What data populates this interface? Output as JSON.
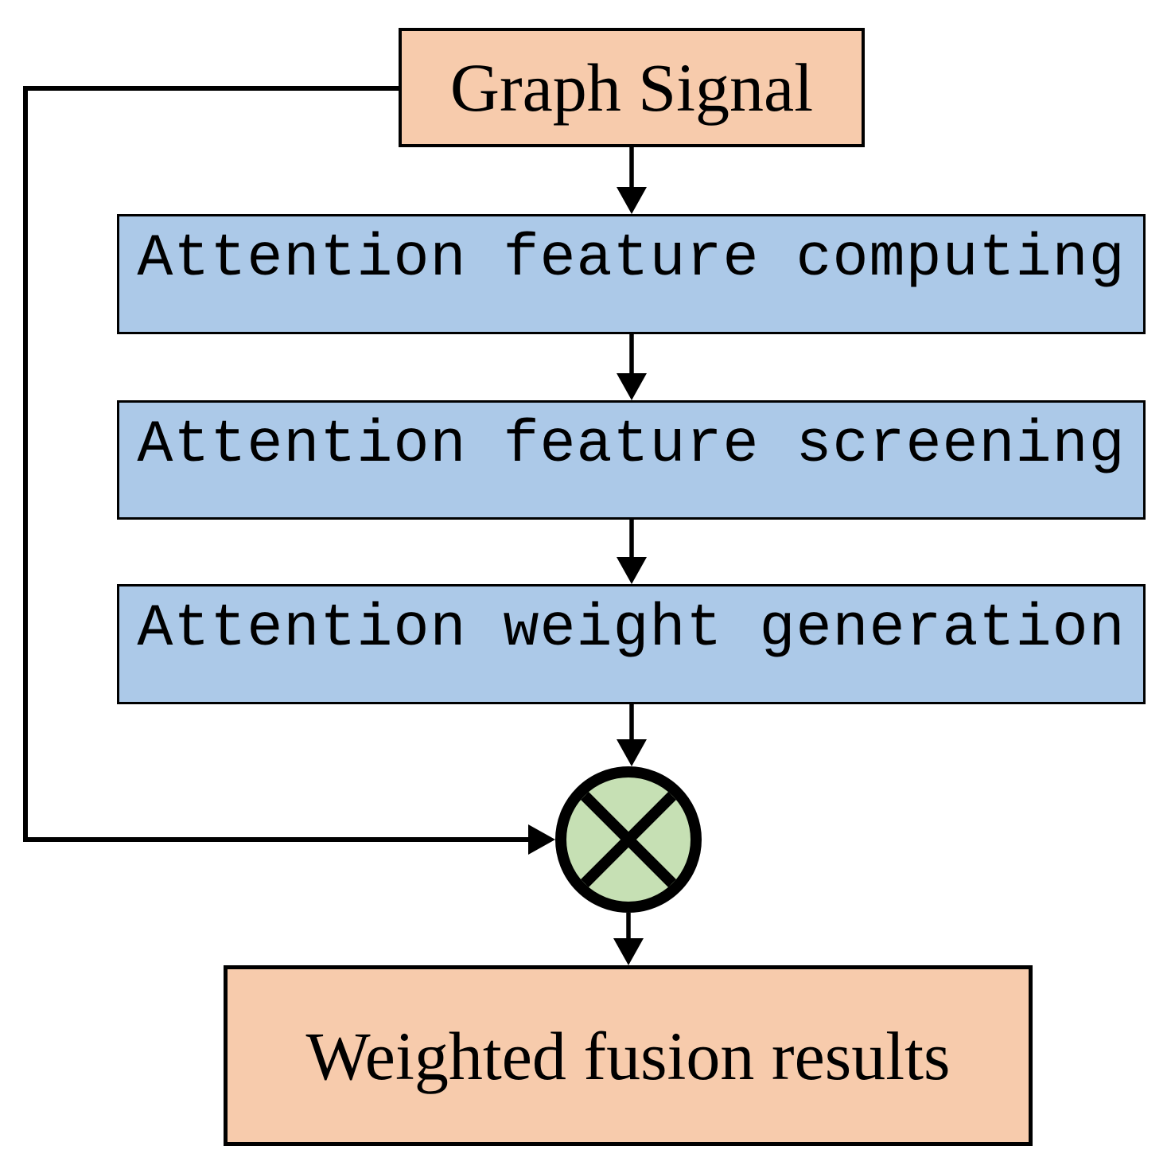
{
  "diagram": {
    "nodes": {
      "graph_signal": {
        "label": "Graph Signal",
        "fill": "#F7CBAC",
        "shape": "rect"
      },
      "attention_computing": {
        "label": "Attention feature computing",
        "fill": "#ACC9E8",
        "shape": "rect"
      },
      "attention_screening": {
        "label": "Attention feature screening",
        "fill": "#ACC9E8",
        "shape": "rect"
      },
      "attention_generation": {
        "label": "Attention weight generation",
        "fill": "#ACC9E8",
        "shape": "rect"
      },
      "multiply": {
        "glyph": "⊗",
        "meaning": "element-wise multiplication",
        "fill": "#C6E0B4",
        "shape": "circle-cross"
      },
      "weighted_results": {
        "label": "Weighted fusion results",
        "fill": "#F7CBAC",
        "shape": "rect"
      }
    },
    "edges": [
      {
        "from": "graph_signal",
        "to": "attention_computing",
        "style": "arrow-down"
      },
      {
        "from": "attention_computing",
        "to": "attention_screening",
        "style": "arrow-down"
      },
      {
        "from": "attention_screening",
        "to": "attention_generation",
        "style": "arrow-down"
      },
      {
        "from": "attention_generation",
        "to": "multiply",
        "style": "arrow-down"
      },
      {
        "from": "graph_signal",
        "to": "multiply",
        "style": "left-feedback-arrow"
      },
      {
        "from": "multiply",
        "to": "weighted_results",
        "style": "arrow-down"
      }
    ],
    "colors": {
      "peach": "#F7CBAC",
      "blue": "#ACC9E8",
      "green": "#C6E0B4",
      "line": "#000000"
    }
  }
}
